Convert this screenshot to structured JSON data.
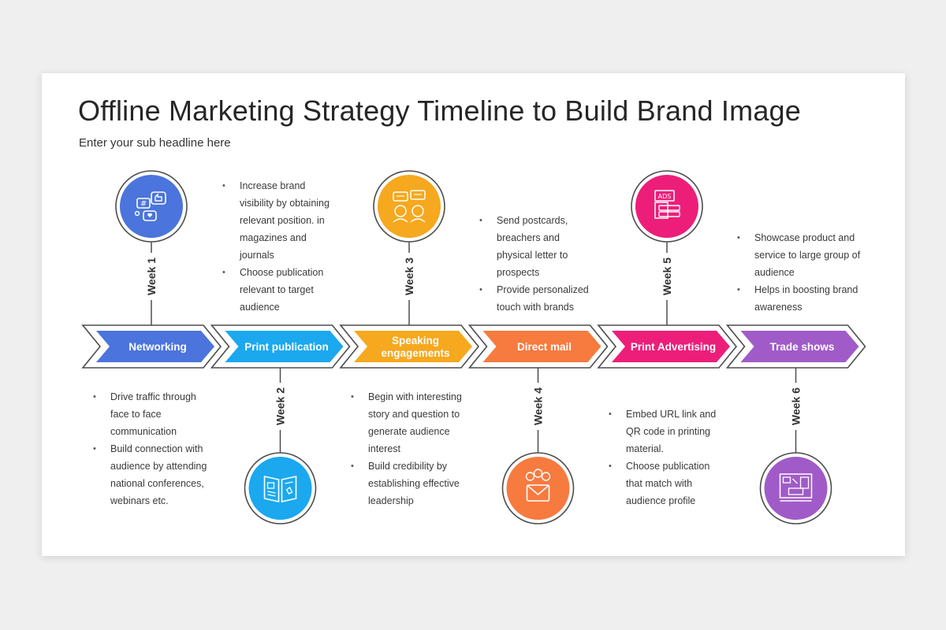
{
  "header": {
    "title": "Offline Marketing Strategy Timeline to Build Brand Image",
    "subtitle": "Enter your sub headline here"
  },
  "steps": [
    {
      "label": "Networking",
      "label_lines": [
        "Networking"
      ],
      "week": "Week 1",
      "color": "#4b74dc",
      "icon": "social-media-icon",
      "bullets": [
        "Drive traffic through face to face communication",
        "Build connection with audience by attending national conferences, webinars etc."
      ]
    },
    {
      "label": "Print publication",
      "label_lines": [
        "Print publication"
      ],
      "week": "Week 2",
      "color": "#1ba8ef",
      "icon": "magazine-icon",
      "bullets": [
        "Increase brand visibility by obtaining relevant position. in magazines and journals",
        "Choose publication relevant to target audience"
      ]
    },
    {
      "label": "Speaking engagements",
      "label_lines": [
        "Speaking",
        "engagements"
      ],
      "week": "Week 3",
      "color": "#f6a81e",
      "icon": "conversation-icon",
      "bullets": [
        "Begin with interesting story and question to generate audience interest",
        "Build credibility by establishing effective leadership"
      ]
    },
    {
      "label": "Direct mail",
      "label_lines": [
        "Direct mail"
      ],
      "week": "Week 4",
      "color": "#f77a3f",
      "icon": "mail-audience-icon",
      "bullets": [
        "Send postcards, breachers and physical letter to prospects",
        "Provide personalized touch with brands"
      ]
    },
    {
      "label": "Print Advertising",
      "label_lines": [
        "Print Advertising"
      ],
      "week": "Week 5",
      "color": "#ed1e79",
      "icon": "ads-icon",
      "bullets": [
        "Embed URL link and QR code in printing material.",
        "Choose publication that match with audience profile"
      ]
    },
    {
      "label": "Trade shows",
      "label_lines": [
        "Trade shows"
      ],
      "week": "Week 6",
      "color": "#a05bc8",
      "icon": "exhibition-booth-icon",
      "bullets": [
        "Showcase product and service to large group of audience",
        "Helps in boosting brand awareness"
      ]
    }
  ]
}
